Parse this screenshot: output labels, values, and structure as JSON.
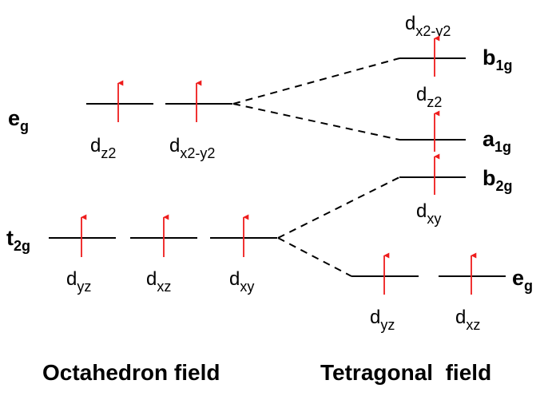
{
  "colors": {
    "line": "#000000",
    "spin": "#ee1c1c"
  },
  "octahedral": {
    "eg": {
      "label": {
        "base": "e",
        "sub": "g"
      },
      "orbitals": [
        {
          "base": "d",
          "sub": "z2",
          "electrons": 1
        },
        {
          "base": "d",
          "sub": "x2-y2",
          "electrons": 1
        }
      ]
    },
    "t2g": {
      "label": {
        "base": "t",
        "sub": "2g"
      },
      "orbitals": [
        {
          "base": "d",
          "sub": "yz",
          "electrons": 1
        },
        {
          "base": "d",
          "sub": "xz",
          "electrons": 1
        },
        {
          "base": "d",
          "sub": "xy",
          "electrons": 1
        }
      ]
    }
  },
  "tetragonal": {
    "b1g": {
      "label": {
        "base": "b",
        "sub": "1g"
      },
      "orbital": {
        "base": "d",
        "sub": "x2-y2"
      },
      "electrons": 1
    },
    "a1g": {
      "label": {
        "base": "a",
        "sub": "1g"
      },
      "orbital": {
        "base": "d",
        "sub": "z2"
      },
      "electrons": 1
    },
    "b2g": {
      "label": {
        "base": "b",
        "sub": "2g"
      },
      "orbital": {
        "base": "d",
        "sub": "xy"
      },
      "electrons": 1
    },
    "eg": {
      "label": {
        "base": "e",
        "sub": "g"
      },
      "orbitals": [
        {
          "base": "d",
          "sub": "yz",
          "electrons": 1
        },
        {
          "base": "d",
          "sub": "xz",
          "electrons": 1
        }
      ]
    }
  },
  "footer": {
    "octahedral": "Octahedron field",
    "tetragonal": "Tetragonal  field"
  }
}
